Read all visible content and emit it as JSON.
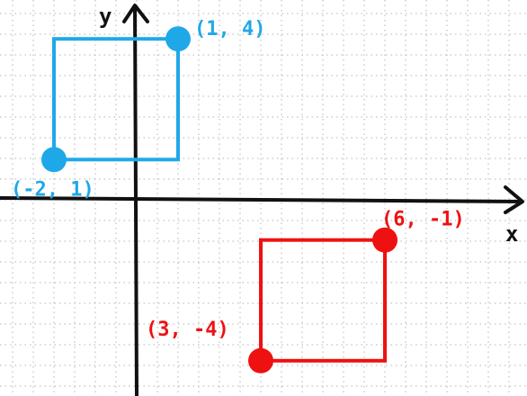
{
  "axes": {
    "x_label": "x",
    "y_label": "y",
    "x_range": [
      -3,
      9
    ],
    "y_range": [
      -4,
      4
    ],
    "grid": true
  },
  "colors": {
    "blue": "#1fa8e8",
    "red": "#ee1111",
    "axis": "#111111",
    "grid": "#b5b5b5"
  },
  "rectangles": [
    {
      "name": "blue-rectangle",
      "color": "#1fa8e8",
      "corner_a": {
        "x": -2,
        "y": 1,
        "label": "(-2, 1)"
      },
      "corner_b": {
        "x": 1,
        "y": 4,
        "label": "(1, 4)"
      }
    },
    {
      "name": "red-rectangle",
      "color": "#ee1111",
      "corner_a": {
        "x": 3,
        "y": -4,
        "label": "(3, -4)"
      },
      "corner_b": {
        "x": 6,
        "y": -1,
        "label": "(6, -1)"
      }
    }
  ]
}
